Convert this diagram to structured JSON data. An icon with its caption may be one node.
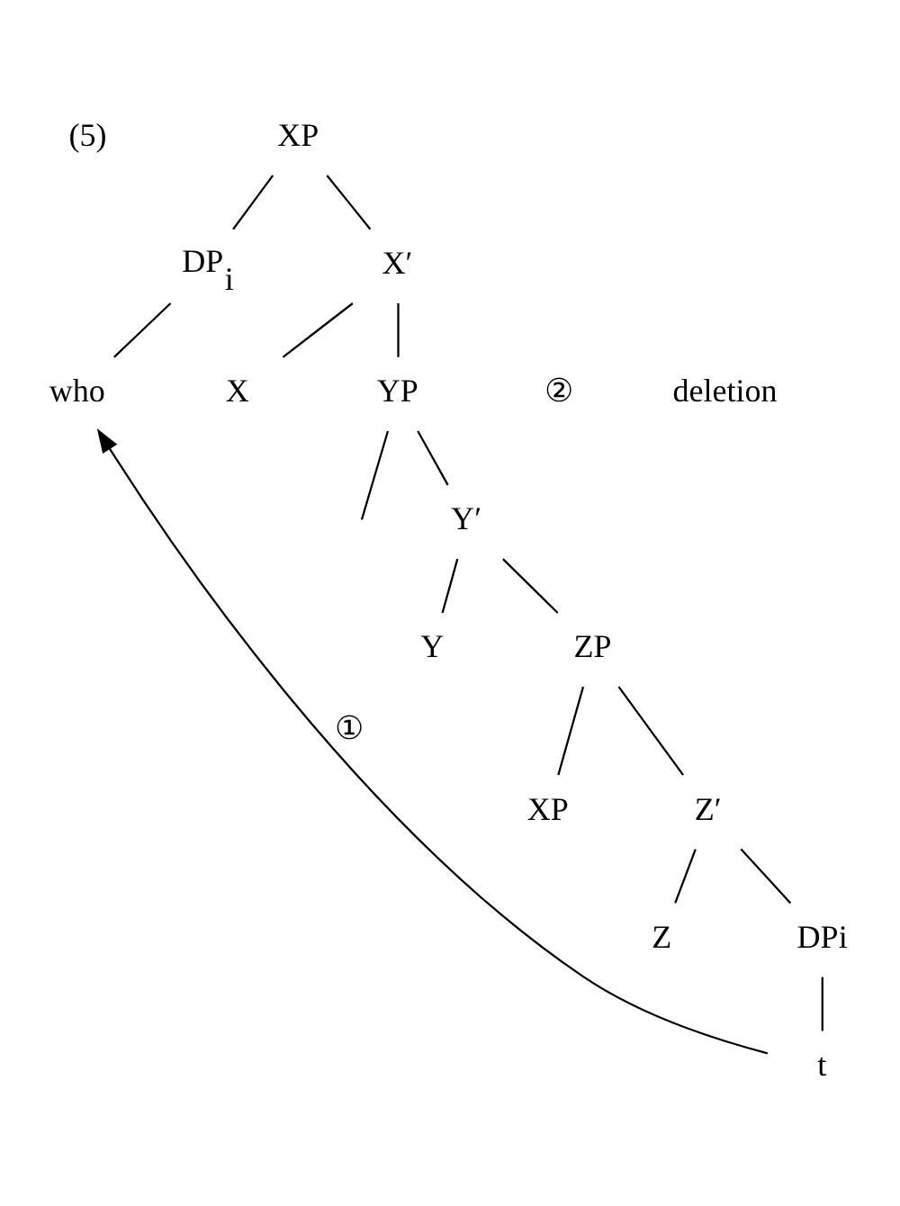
{
  "diagram": {
    "nodes": [
      {
        "text": [
          "XP"
        ]
      },
      {
        "text": [
          "DP$_{i}$"
        ]
      },
      {
        "text": [
          "X′"
        ]
      },
      {
        "text": [
          "who"
        ]
      },
      {
        "text": [
          "X"
        ]
      },
      {
        "text": [
          "YP"
        ]
      },
      {
        "text": [
          "Y′"
        ]
      },
      {
        "text": [
          "Y"
        ]
      },
      {
        "text": [
          "ZP"
        ]
      },
      {
        "text": [
          "XP"
        ]
      },
      {
        "text": [
          "Z′"
        ]
      },
      {
        "text": [
          "Z"
        ]
      },
      {
        "text": [
          "DPi"
        ]
      },
      {
        "text": [
          "t"
        ]
      }
    ],
    "edges": [
      {
        "from": 0,
        "to": 1,
        "arrow": "none"
      },
      {
        "from": 0,
        "to": 2,
        "arrow": "none"
      },
      {
        "from": 1,
        "to": 3,
        "arrow": "none"
      },
      {
        "from": 2,
        "to": 4,
        "arrow": "none"
      },
      {
        "from": 2,
        "to": 5,
        "arrow": "none"
      },
      {
        "from": 5,
        "to": null,
        "arrow": "none"
      },
      {
        "from": 5,
        "to": 6,
        "arrow": "none"
      },
      {
        "from": 6,
        "to": 7,
        "arrow": "none"
      },
      {
        "from": 6,
        "to": 8,
        "arrow": "none"
      },
      {
        "from": 8,
        "to": 9,
        "arrow": "none"
      },
      {
        "from": 8,
        "to": 10,
        "arrow": "none"
      },
      {
        "from": 10,
        "to": 11,
        "arrow": "none"
      },
      {
        "from": 10,
        "to": 12,
        "arrow": "none"
      },
      {
        "from": 12,
        "to": 13,
        "arrow": "none"
      },
      {
        "from": 13,
        "to": 3,
        "arrow": "to",
        "label": "①"
      }
    ],
    "labels": [
      "(5)",
      "②",
      "deletion"
    ]
  }
}
